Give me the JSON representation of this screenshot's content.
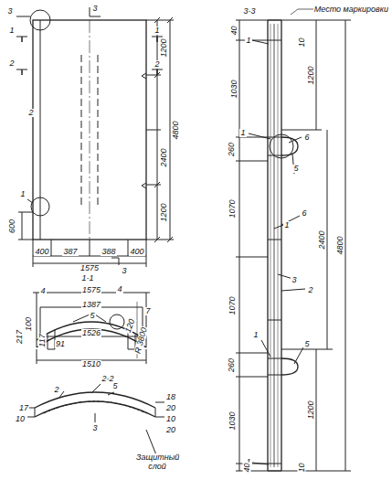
{
  "diagram": {
    "labels": [
      "3",
      "1",
      "2",
      "3",
      "1",
      "2",
      "2",
      "1",
      "3",
      "1200",
      "2400",
      "4800",
      "1200",
      "600",
      "400",
      "387",
      "388",
      "400",
      "1575",
      "1-1",
      "1575",
      "4",
      "4",
      "1387",
      "7",
      "5",
      "100",
      "217",
      "117",
      "91",
      "1526",
      "120",
      "R 3800",
      "1510",
      "2-2",
      "2",
      "17",
      "5",
      "18",
      "20",
      "10",
      "20",
      "3",
      "10",
      "Защитный слой",
      "3-3",
      "Место маркировки",
      "40",
      "1",
      "1200",
      "10",
      "1030",
      "1",
      "6",
      "260",
      "5",
      "1070",
      "1",
      "6",
      "2400",
      "4800",
      "3",
      "2",
      "1070",
      "1",
      "5",
      "260",
      "1030",
      "1200",
      "1",
      "40",
      "10"
    ]
  }
}
